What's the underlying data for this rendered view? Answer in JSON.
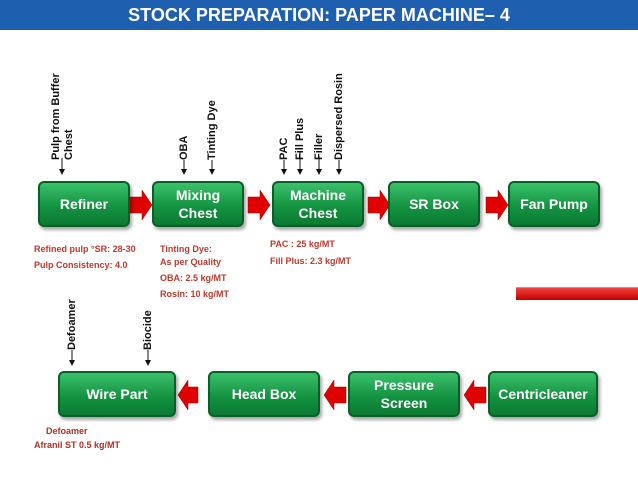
{
  "title": "STOCK PREPARATION: PAPER MACHINE– 4",
  "colors": {
    "title_bg": "#1f5fb0",
    "box_green": "#12903f",
    "arrow_red": "#e00000",
    "note_red": "#c0392b"
  },
  "row1": {
    "refiner": "Refiner",
    "mixing_chest": "Mixing\nChest",
    "machine_chest": "Machine\nChest",
    "sr_box": "SR Box",
    "fan_pump": "Fan Pump"
  },
  "row2": {
    "wire_part": "Wire Part",
    "head_box": "Head Box",
    "pressure_screen": "Pressure\nScreen",
    "centricleaner": "Centricleaner"
  },
  "inputs": {
    "pulp_from_buffer": "Pulp from Buffer\nChest",
    "oba": "OBA",
    "tinting_dye": "Tinting Dye",
    "pac": "PAC",
    "fill_plus": "Fill Plus",
    "filler": "Filler",
    "dispersed_rosin": "Dispersed Rosin",
    "defoamer": "Defoamer",
    "biocide": "Biocide"
  },
  "notes": {
    "refiner_note_1": "Refined pulp °SR: 28-30",
    "refiner_note_2": "Pulp Consistency: 4.0",
    "mixing_note_1": "Tinting Dye:",
    "mixing_note_2": "As per Quality",
    "mixing_note_3": "OBA: 2.5 kg/MT",
    "mixing_note_4": "Rosin: 10 kg/MT",
    "machine_note_1": "PAC : 25 kg/MT",
    "machine_note_2": "Fill Plus: 2.3 kg/MT",
    "wire_note_1": "Defoamer",
    "wire_note_2": "Afranil ST 0.5 kg/MT"
  }
}
